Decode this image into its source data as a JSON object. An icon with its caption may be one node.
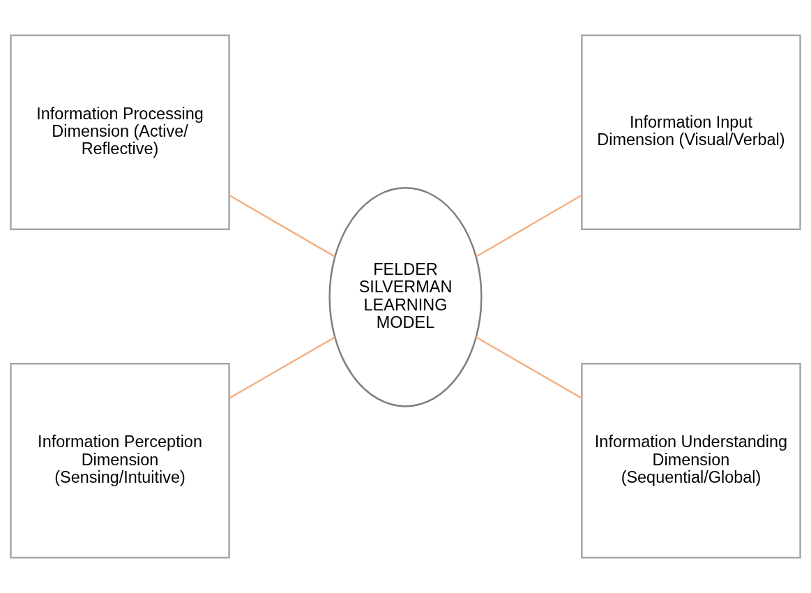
{
  "diagram": {
    "nodes": [
      {
        "text": [
          "Information Processing Dimension (Active/ Reflective)"
        ]
      },
      {
        "text": [
          "Information Input Dimension (Visual/Verbal)"
        ]
      },
      {
        "text": [
          "FELDER SILVERMAN LEARNING MODEL"
        ]
      },
      {
        "text": [
          "Information Perception Dimension (Sensing/Intuitive)"
        ]
      },
      {
        "text": [
          "Information Understanding Dimension (Sequential/Global)"
        ]
      }
    ],
    "edges": [
      {
        "from": 0,
        "to": 2,
        "arrow": "none"
      },
      {
        "from": 2,
        "to": 1,
        "arrow": "none"
      },
      {
        "from": 3,
        "to": 2,
        "arrow": "none"
      },
      {
        "from": 2,
        "to": 4,
        "arrow": "none"
      }
    ]
  }
}
